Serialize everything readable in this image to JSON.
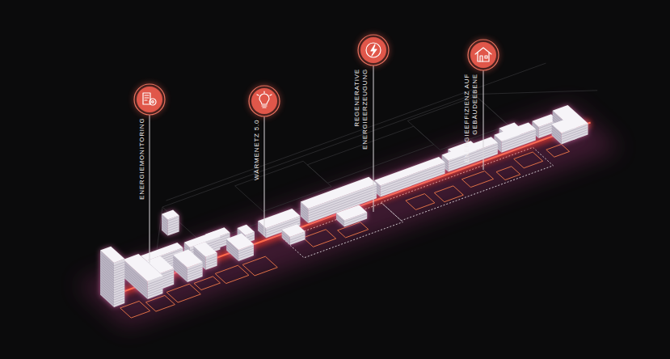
{
  "diagram": {
    "labels": [
      "ENERGIEMONITORING",
      "WÄRMENETZ 5.0",
      "REGENERATIVE ENERGIEERZEUGUNG",
      "ENERGIEEFFIZIENZ AUF GEBÄUDEEBENE"
    ]
  }
}
